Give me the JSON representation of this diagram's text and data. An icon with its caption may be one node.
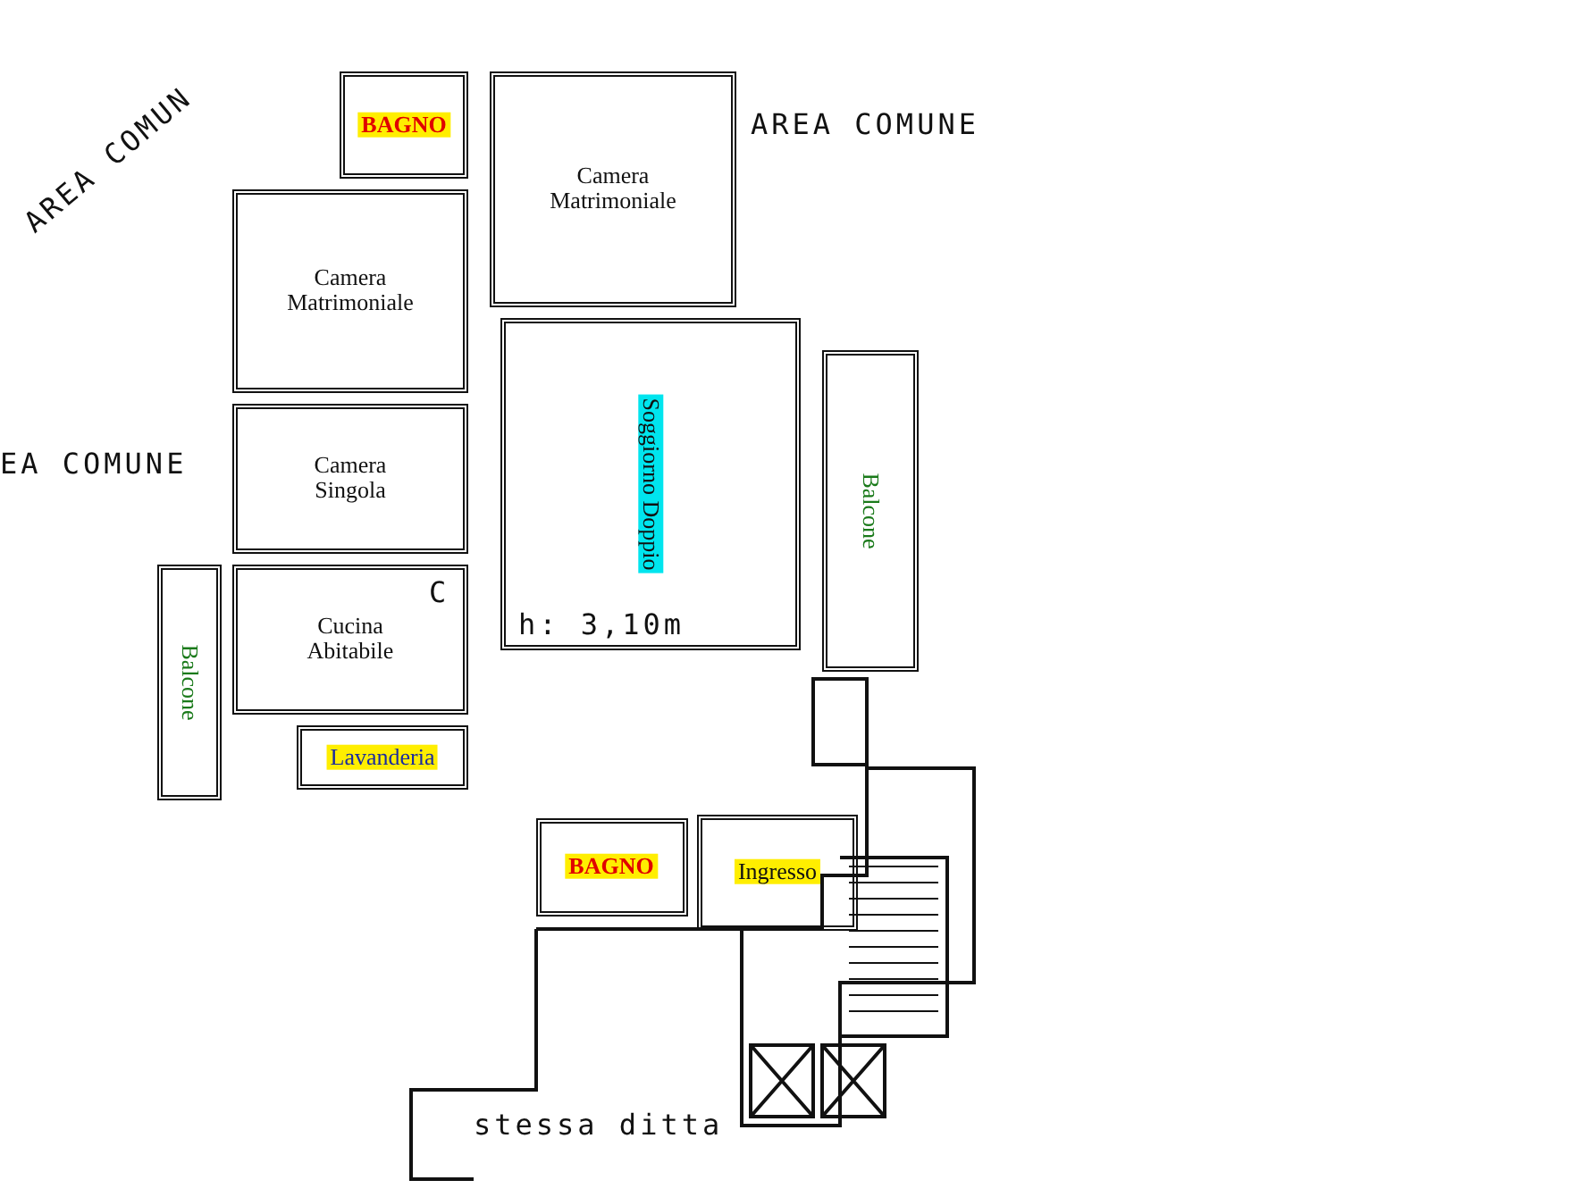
{
  "diagram": {
    "nodes": [
      {
        "text": [
          "BAGNO"
        ]
      },
      {
        "text": [
          "Camera Matrimoniale"
        ]
      },
      {
        "text": [
          "Camera Matrimoniale"
        ]
      },
      {
        "text": [
          "Camera Singola"
        ]
      },
      {
        "text": [
          "Soggiorno Doppio"
        ]
      },
      {
        "text": [
          "Balcone"
        ]
      },
      {
        "text": [
          "Cucina Abitabile"
        ]
      },
      {
        "text": [
          "Lavanderia"
        ]
      },
      {
        "text": [
          "Balcone"
        ]
      },
      {
        "text": [
          "BAGNO"
        ]
      },
      {
        "text": [
          "Ingresso"
        ]
      }
    ],
    "labels": [
      "AREA COMUN",
      "AREA COMUNE",
      "EA COMUNE",
      "h: 3,10m",
      "C",
      "stessa ditta"
    ]
  }
}
